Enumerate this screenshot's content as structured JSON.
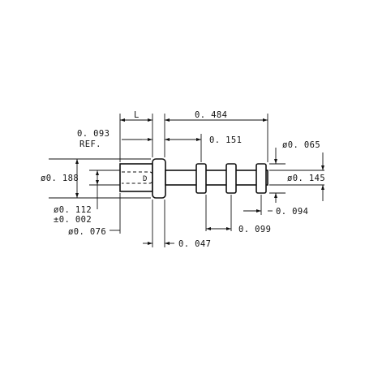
{
  "drawing": {
    "dimensions": {
      "L": "L",
      "overall_length": "0. 484",
      "head_offset": "0. 093",
      "ref": "REF.",
      "d_0151": "0. 151",
      "d_065": "ø0. 065",
      "d_188": "ø0. 188",
      "d_145": "ø0. 145",
      "d_112": "ø0. 112",
      "tol_002": "±0. 002",
      "d_094": "0. 094",
      "d_099": "0. 099",
      "d_076": "ø0. 076",
      "d_047": "0. 047"
    },
    "inner_mark": "D"
  }
}
